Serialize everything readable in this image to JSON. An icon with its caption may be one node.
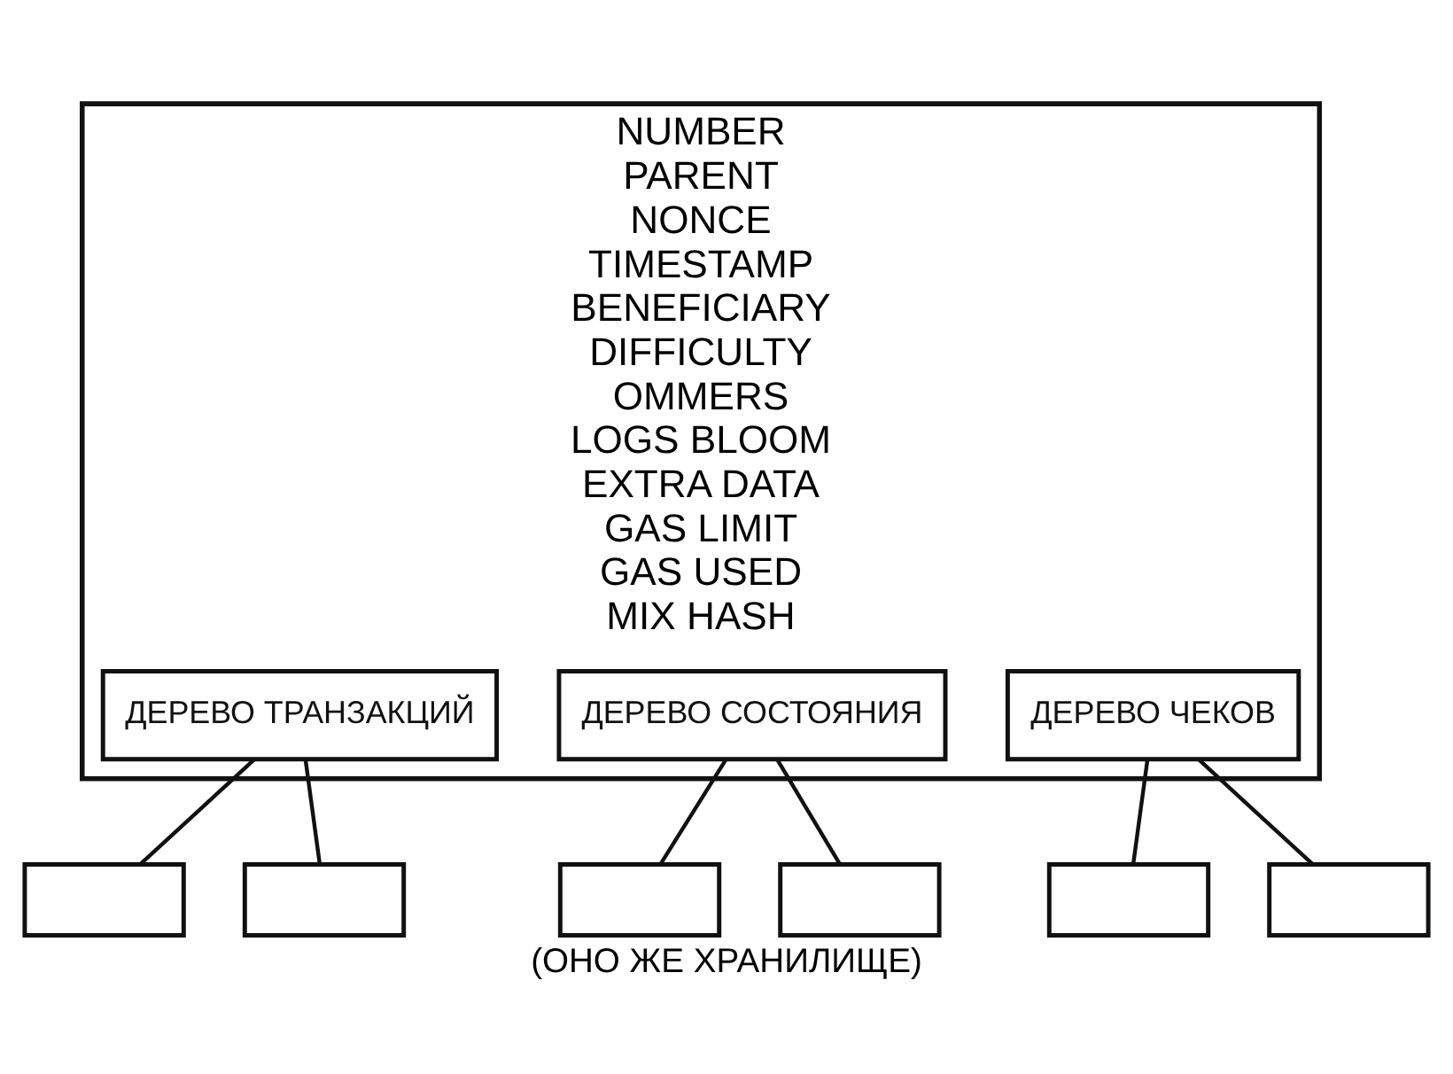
{
  "diagram": {
    "caption": "(ОНО ЖЕ ХРАНИЛИЩЕ)",
    "nodes": [
      {
        "text": [
          "NUMBER",
          "PARENT",
          "NONCE",
          "TIMESTAMP",
          "BENEFICIARY",
          "DIFFICULTY",
          "OMMERS",
          "LOGS BLOOM",
          "EXTRA DATA",
          "GAS LIMIT",
          "GAS USED",
          "MIX HASH"
        ]
      },
      {
        "text": [
          "ДЕРЕВО ТРАНЗАКЦИЙ"
        ],
        "in": 0
      },
      {
        "text": [
          "ДЕРЕВО СОСТОЯНИЯ"
        ],
        "in": 0
      },
      {
        "text": [
          "ДЕРЕВО ЧЕКОВ"
        ],
        "in": 0
      },
      {
        "text": [],
        "shape": "box"
      },
      {
        "text": [],
        "shape": "box"
      },
      {
        "text": [],
        "shape": "box"
      },
      {
        "text": [],
        "shape": "box"
      },
      {
        "text": [],
        "shape": "box"
      },
      {
        "text": [],
        "shape": "box"
      }
    ],
    "edges": [
      {
        "from": 1,
        "to": 4,
        "arrow": "none"
      },
      {
        "from": 1,
        "to": 5,
        "arrow": "none"
      },
      {
        "from": 2,
        "to": 6,
        "arrow": "none"
      },
      {
        "from": 2,
        "to": 7,
        "arrow": "none"
      },
      {
        "from": 3,
        "to": 8,
        "arrow": "none"
      },
      {
        "from": 3,
        "to": 9,
        "arrow": "none"
      }
    ]
  }
}
